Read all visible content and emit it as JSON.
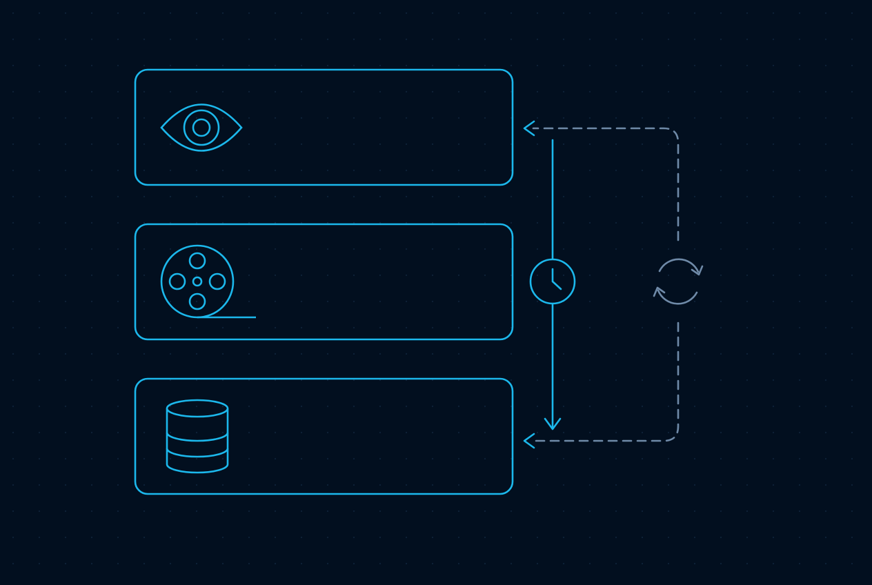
{
  "colors": {
    "background": "#020f1f",
    "grid_dot": "#0e2238",
    "primary": "#1cb8ec",
    "secondary": "#6f8aa8"
  },
  "panels": [
    {
      "id": "view",
      "icon": "eye-icon"
    },
    {
      "id": "media",
      "icon": "film-reel-icon"
    },
    {
      "id": "storage",
      "icon": "database-icon"
    }
  ],
  "connectors": {
    "timeline": {
      "icon": "clock-icon",
      "style": "solid"
    },
    "sync_loop": {
      "icon": "refresh-icon",
      "style": "dashed"
    }
  }
}
